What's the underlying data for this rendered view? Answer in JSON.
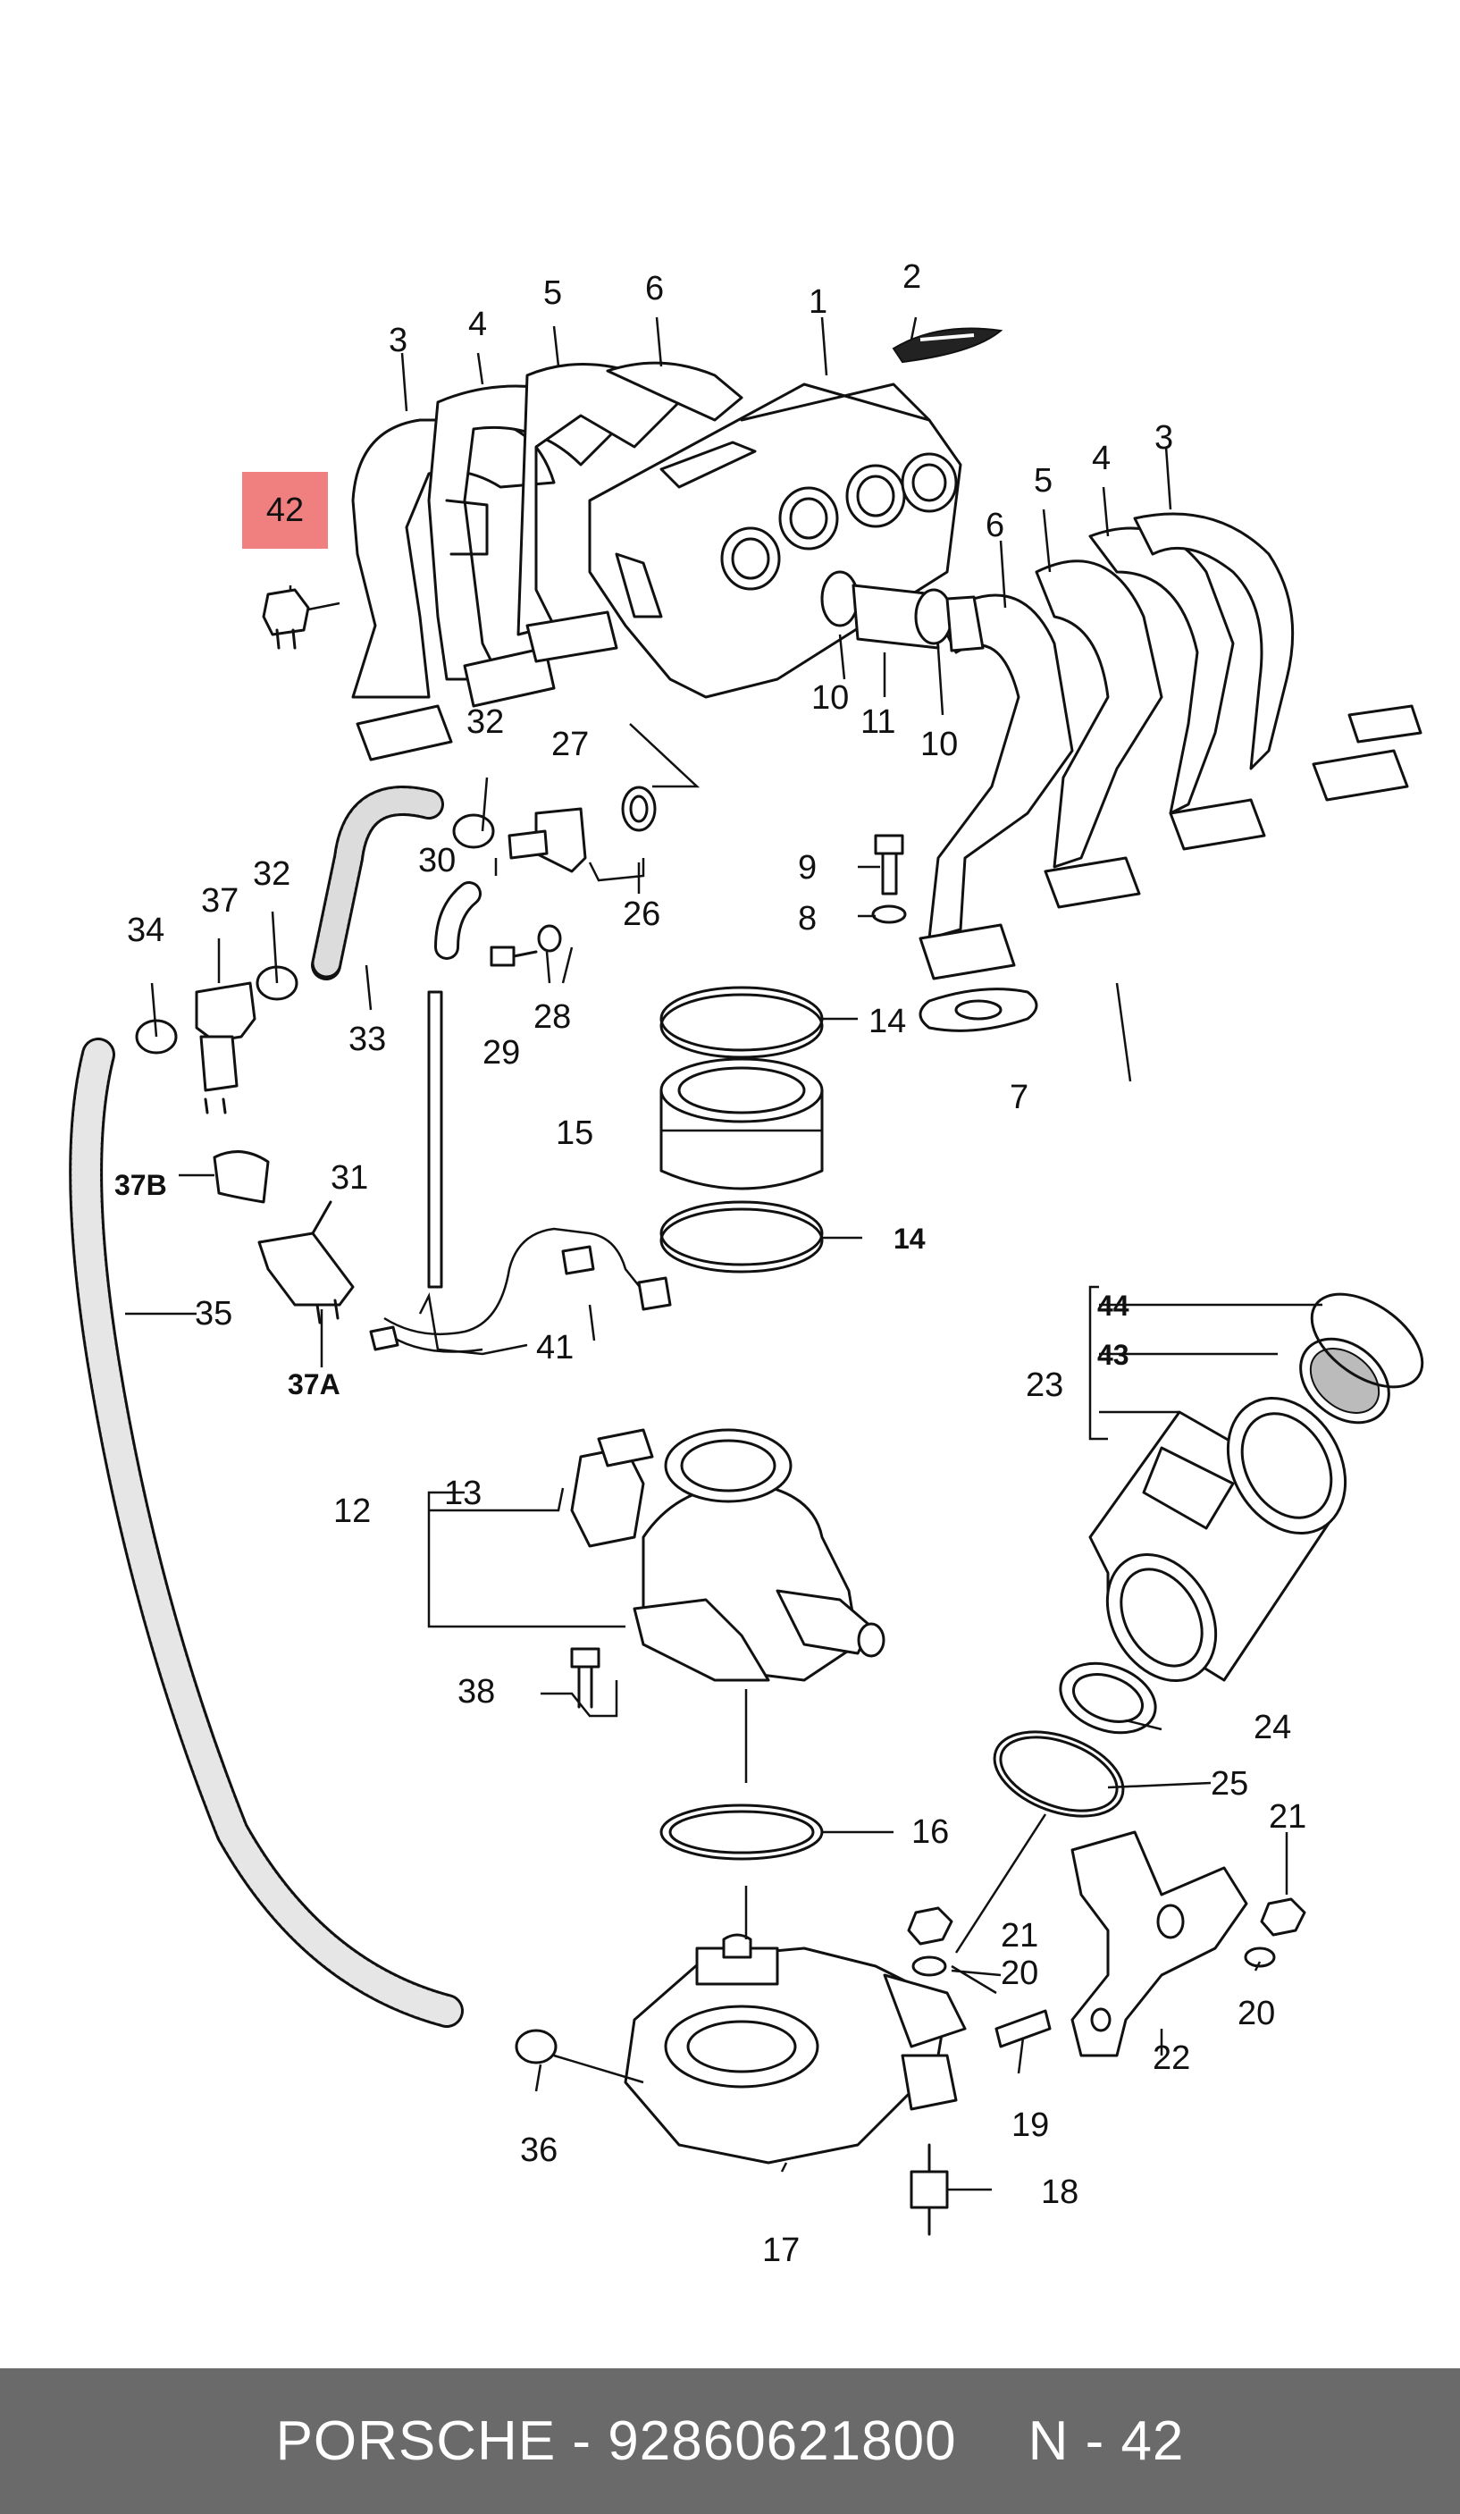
{
  "footer": {
    "brand_part": "PORSCHE - 92860621800",
    "page_ref": "N - 42"
  },
  "highlight": {
    "label": "42"
  },
  "labels": {
    "l1": "1",
    "l2": "2",
    "l3a": "3",
    "l3b": "3",
    "l4a": "4",
    "l4b": "4",
    "l5a": "5",
    "l5b": "5",
    "l6a": "6",
    "l6b": "6",
    "l7": "7",
    "l8": "8",
    "l9": "9",
    "l10a": "10",
    "l10b": "10",
    "l11": "11",
    "l12": "12",
    "l13": "13",
    "l14a": "14",
    "l14b": "14",
    "l15": "15",
    "l16": "16",
    "l17": "17",
    "l18": "18",
    "l19": "19",
    "l20a": "20",
    "l20b": "20",
    "l21a": "21",
    "l21b": "21",
    "l22": "22",
    "l23": "23",
    "l24": "24",
    "l25": "25",
    "l26": "26",
    "l27": "27",
    "l28": "28",
    "l29": "29",
    "l30": "30",
    "l31": "31",
    "l32a": "32",
    "l32b": "32",
    "l33": "33",
    "l34": "34",
    "l35": "35",
    "l36": "36",
    "l37": "37",
    "l37a": "37A",
    "l37b": "37B",
    "l38": "38",
    "l41": "41",
    "l43": "43",
    "l44": "44"
  }
}
